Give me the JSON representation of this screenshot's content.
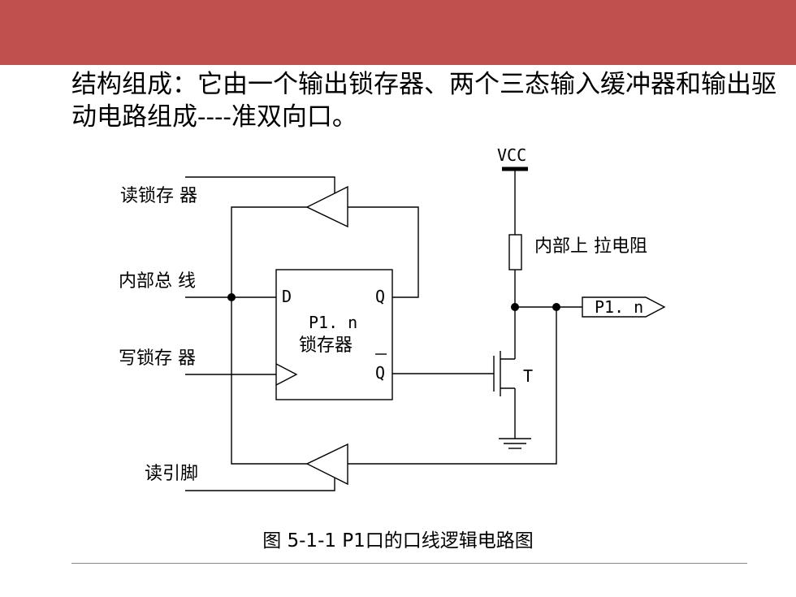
{
  "header": {
    "bar_color": "#c0504d"
  },
  "intro": {
    "line1": "结构组成：它由一个输出锁存器、两个三态输入缓冲器和输出驱",
    "line2": "动电路组成----准双向口。"
  },
  "diagram": {
    "labels": {
      "read_latch": "读锁存 器",
      "internal_bus": "内部总 线",
      "write_latch": "写锁存 器",
      "read_pin": "读引脚",
      "d": "D",
      "q": "Q",
      "q_bar": "Q",
      "latch_name": "P1. n",
      "latch_title": "锁存器",
      "vcc": "VCC",
      "pullup": "内部上 拉电阻",
      "transistor": "T",
      "output_port": "P1. n"
    }
  },
  "caption": "图 5-1-1  P1口的口线逻辑电路图"
}
